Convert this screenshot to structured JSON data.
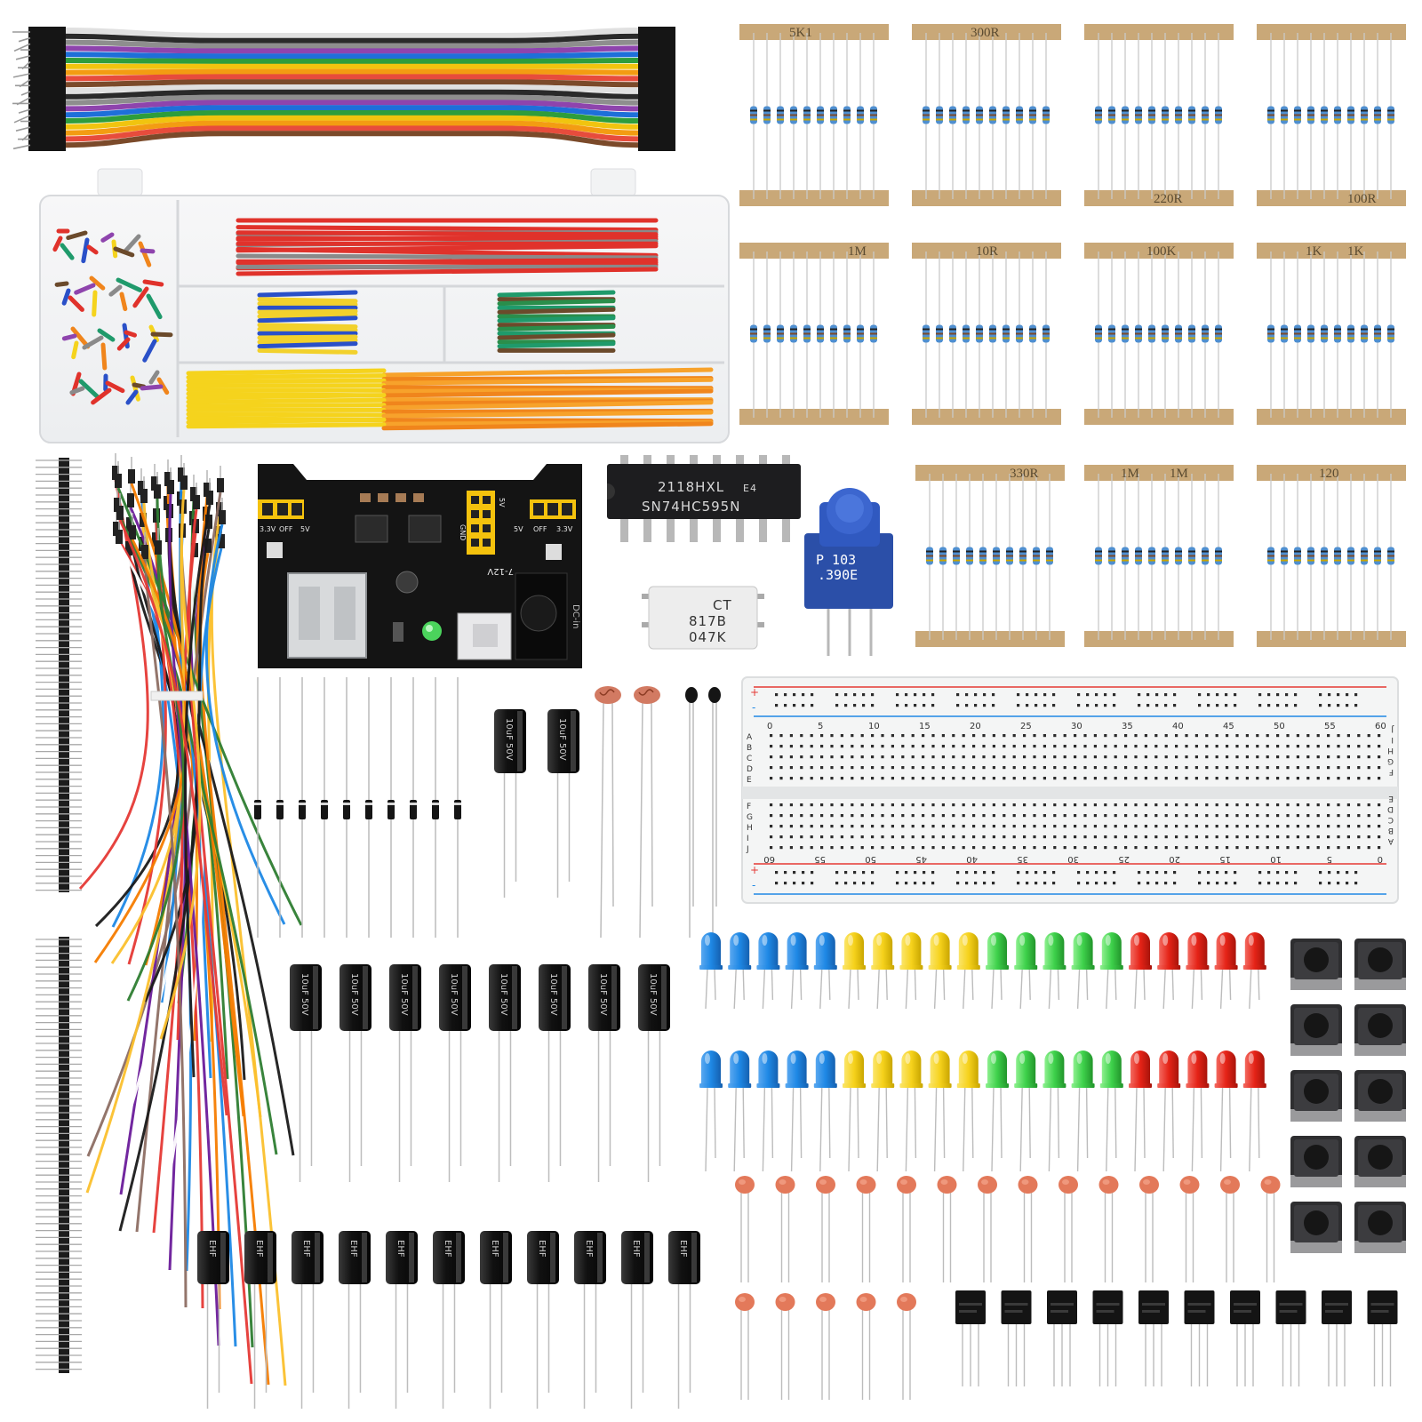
{
  "resistor_packs": [
    {
      "labels": [
        "5K1"
      ]
    },
    {
      "labels": [
        "300R"
      ]
    },
    {
      "labels": [
        "220R"
      ]
    },
    {
      "labels": [
        "100R"
      ]
    },
    {
      "labels": [
        "1M"
      ]
    },
    {
      "labels": [
        "10R"
      ]
    },
    {
      "labels": [
        "100K"
      ]
    },
    {
      "labels": [
        "1K",
        "1K"
      ]
    },
    {
      "labels": [
        "330R"
      ]
    },
    {
      "labels": [
        "1M",
        "1M"
      ]
    },
    {
      "labels": [
        "120"
      ]
    }
  ],
  "shift_register_ic": {
    "line1": "2118HXL",
    "line1_suffix": "E4",
    "line2": "SN74HC595N"
  },
  "optocoupler": {
    "line1": "CT",
    "line2": "817B",
    "line3": "047K"
  },
  "potentiometer": {
    "line1": "P 103",
    "line2": ".390E"
  },
  "power_module": {
    "left_labels": [
      "3.3V",
      "OFF",
      "5V"
    ],
    "right_labels": [
      "5V",
      "OFF",
      "3.3V"
    ],
    "header_labels": [
      "GND",
      "5V"
    ],
    "input_label": "7-12V",
    "jack_label": "DC-in"
  },
  "breadboard": {
    "column_numbers_top": [
      "0",
      "5",
      "10",
      "15",
      "20",
      "25",
      "30",
      "35",
      "40",
      "45",
      "50",
      "55",
      "60"
    ],
    "row_letters_top": [
      "A",
      "B",
      "C",
      "D",
      "E"
    ],
    "row_letters_bottom": [
      "F",
      "G",
      "H",
      "I",
      "J"
    ],
    "rail_plus": "+",
    "rail_minus": "-"
  },
  "electrolytic_capacitor": {
    "marking": "10uF 50V"
  },
  "small_capacitor": {
    "marking": "EHF"
  },
  "led_colors": {
    "blue": "#1e88e5",
    "yellow": "#f6d21c",
    "green": "#3ed14b",
    "red": "#e52317"
  },
  "resistor_tape_color": "#c9a878"
}
